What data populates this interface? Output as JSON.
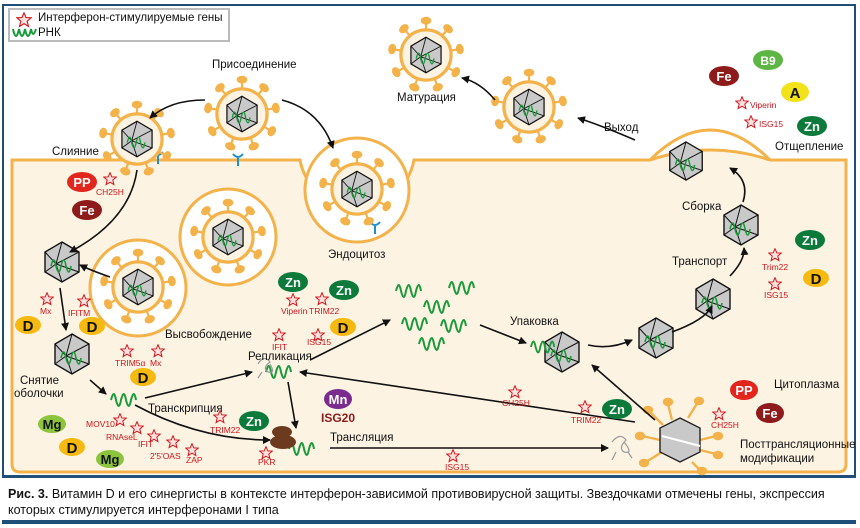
{
  "legend": {
    "star_label": "Интерферон-стимулируемые гены",
    "rna_label": "РНК"
  },
  "stages": {
    "attachment": "Присоединение",
    "fusion": "Слияние",
    "endocytosis": "Эндоцитоз",
    "release": "Высвобождение",
    "uncoating_line1": "Снятие",
    "uncoating_line2": "оболочки",
    "transcription": "Транскрипция",
    "replication": "Репликация",
    "translation": "Трансляция",
    "packaging": "Упаковка",
    "transport": "Транспорт",
    "assembly": "Сборка",
    "budding": "Отщепление",
    "exit": "Выход",
    "maturation": "Матурация",
    "cytoplasm": "Цитоплазма",
    "ptm_line1": "Посттрансляционные",
    "ptm_line2": "модификации"
  },
  "genes": {
    "ch25h_fusion": "CH25H",
    "mx_1": "Mx",
    "ifitm": "IFITM",
    "trim5a": "TRIM5α",
    "mx_2": "Mx",
    "mov10": "MOV10",
    "rnasel": "RNAseL",
    "ifit_1": "IFIT",
    "oas": "2'5'OAS",
    "zap": "ZAP",
    "trim22_1": "TRIM22",
    "pkr": "PKR",
    "viperin_1": "Viperin",
    "trim22_2": "TRIM22",
    "ifit_2": "IFIT",
    "isg15_1": "ISG15",
    "isg20": "ISG20",
    "ch25h_mid": "CH25H",
    "trim22_3": "TRIM22",
    "isg15_2": "ISG15",
    "ch25h_ptm": "CH25H",
    "trim22_4": "Trim22",
    "isg15_3": "ISG15",
    "viperin_2": "Viperin",
    "isg15_4": "ISG15"
  },
  "nutrients": {
    "pp": "PP",
    "fe": "Fe",
    "d": "D",
    "mg": "Mg",
    "zn": "Zn",
    "mn": "Mn",
    "b9": "B9",
    "a": "A"
  },
  "colors": {
    "frame": "#1f4e79",
    "cell_fill": "#fdf3e3",
    "membrane": "#f3b24a",
    "gene_red": "#d0151b",
    "rna_green": "#1a9a3a",
    "pp_red": "#e3261d",
    "fe_darkred": "#8e1b1b",
    "d_yellow": "#f5b90f",
    "mg_lightgreen": "#8cc43d",
    "zn_green": "#0c7a3b",
    "mn_purple": "#7b2a8e",
    "b9_green": "#5db543",
    "a_yellow": "#f1e21a",
    "receptor_blue": "#1e90c8"
  },
  "caption": {
    "label": "Рис. 3.",
    "text": " Витамин D и его синергисты в контексте интерферон-зависимой противовирусной защиты. Звездочками отмечены гены, экспрессия которых стимулируется интерферонами I типа"
  }
}
